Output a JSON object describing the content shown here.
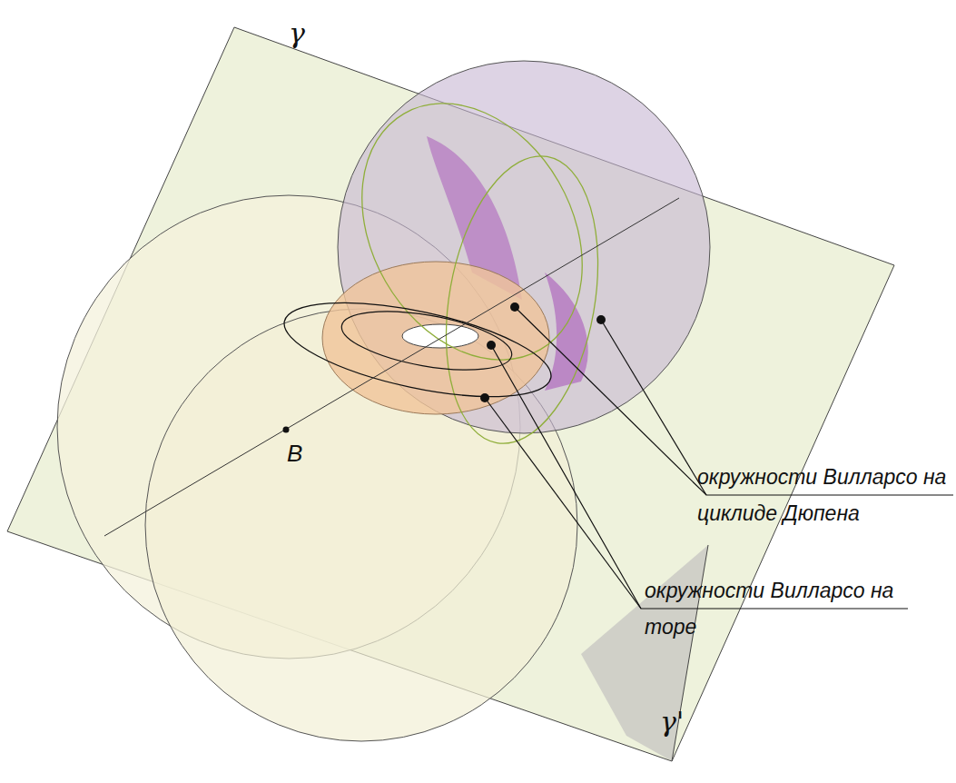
{
  "diagram": {
    "labels": [
      "γ",
      "γ'",
      "B",
      "окружности Вилларсо на циклиде Дюпена",
      "окружности Вилларсо на торе"
    ]
  }
}
